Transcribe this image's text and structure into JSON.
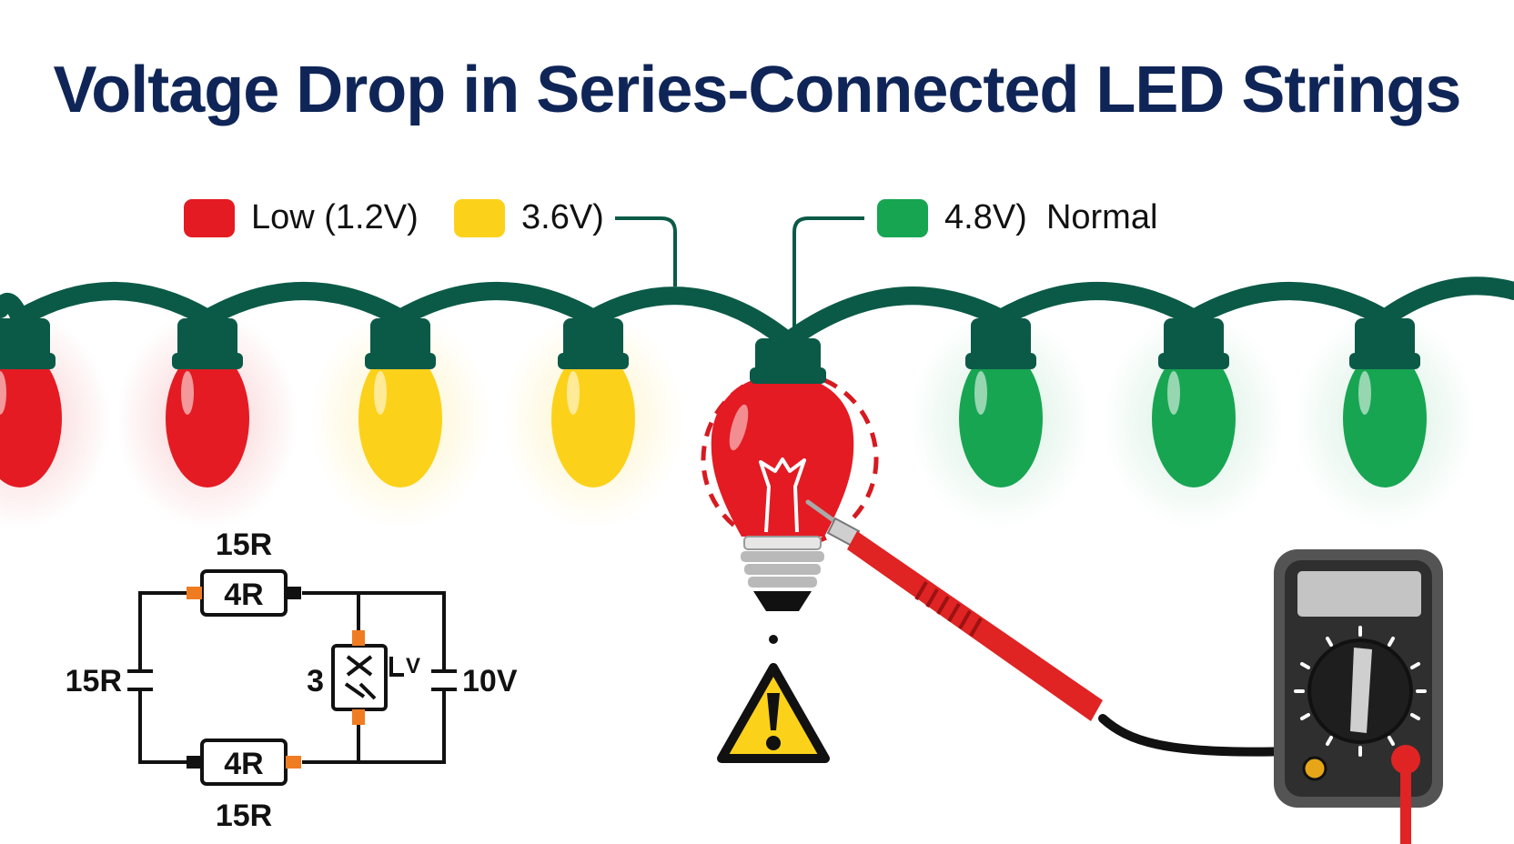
{
  "title": "Voltage Drop in Series-Connected LED Strings",
  "colors": {
    "title": "#0f2557",
    "wire": "#0b5a47",
    "low": "#e41b23",
    "mid": "#fcd11a",
    "normal": "#17a552",
    "probe": "#e02323",
    "meter_body": "#545454",
    "warning": "#fcd11a"
  },
  "legend": [
    {
      "label": "Low (1.2V)",
      "color_key": "low"
    },
    {
      "label": "3.6V)",
      "color_key": "mid"
    },
    {
      "label": "4.8V)  Normal",
      "color_key": "normal"
    }
  ],
  "bulbs": [
    "low",
    "low",
    "mid",
    "mid",
    "faulty",
    "normal",
    "normal",
    "normal"
  ],
  "circuit": {
    "top_label": "15R",
    "top_resistor": "4R",
    "left_label": "15R",
    "middle_label": "3",
    "middle_unit": "V",
    "right_label": "10V",
    "bottom_resistor": "4R",
    "bottom_label": "15R"
  },
  "warning_icon": "warning-triangle-icon",
  "meter_icon": "multimeter-icon"
}
